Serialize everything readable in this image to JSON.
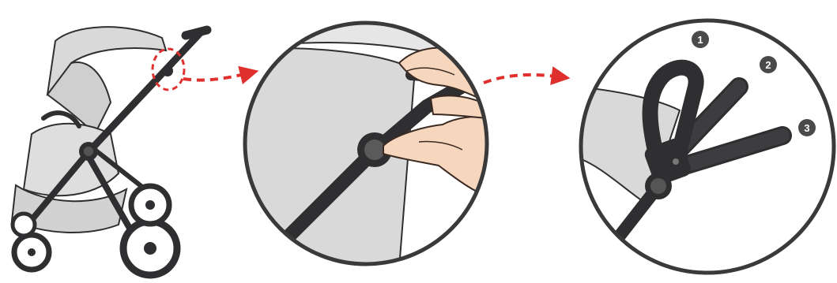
{
  "colors": {
    "frame": "#2f2f31",
    "fabric": "#d9d9d9",
    "fabric_dark": "#bdbdbd",
    "skin": "#f6d7bd",
    "skin_line": "#3a2a22",
    "arrow": "#e0302e",
    "ring": "#3a3a3a",
    "badge": "#4a4a4a"
  },
  "steps": {
    "labels": [
      "1",
      "2",
      "3"
    ]
  },
  "icons": {
    "stroller": "stroller-illustration",
    "press_button": "hand-pressing-button",
    "handle_positions": "handlebar-positions"
  }
}
